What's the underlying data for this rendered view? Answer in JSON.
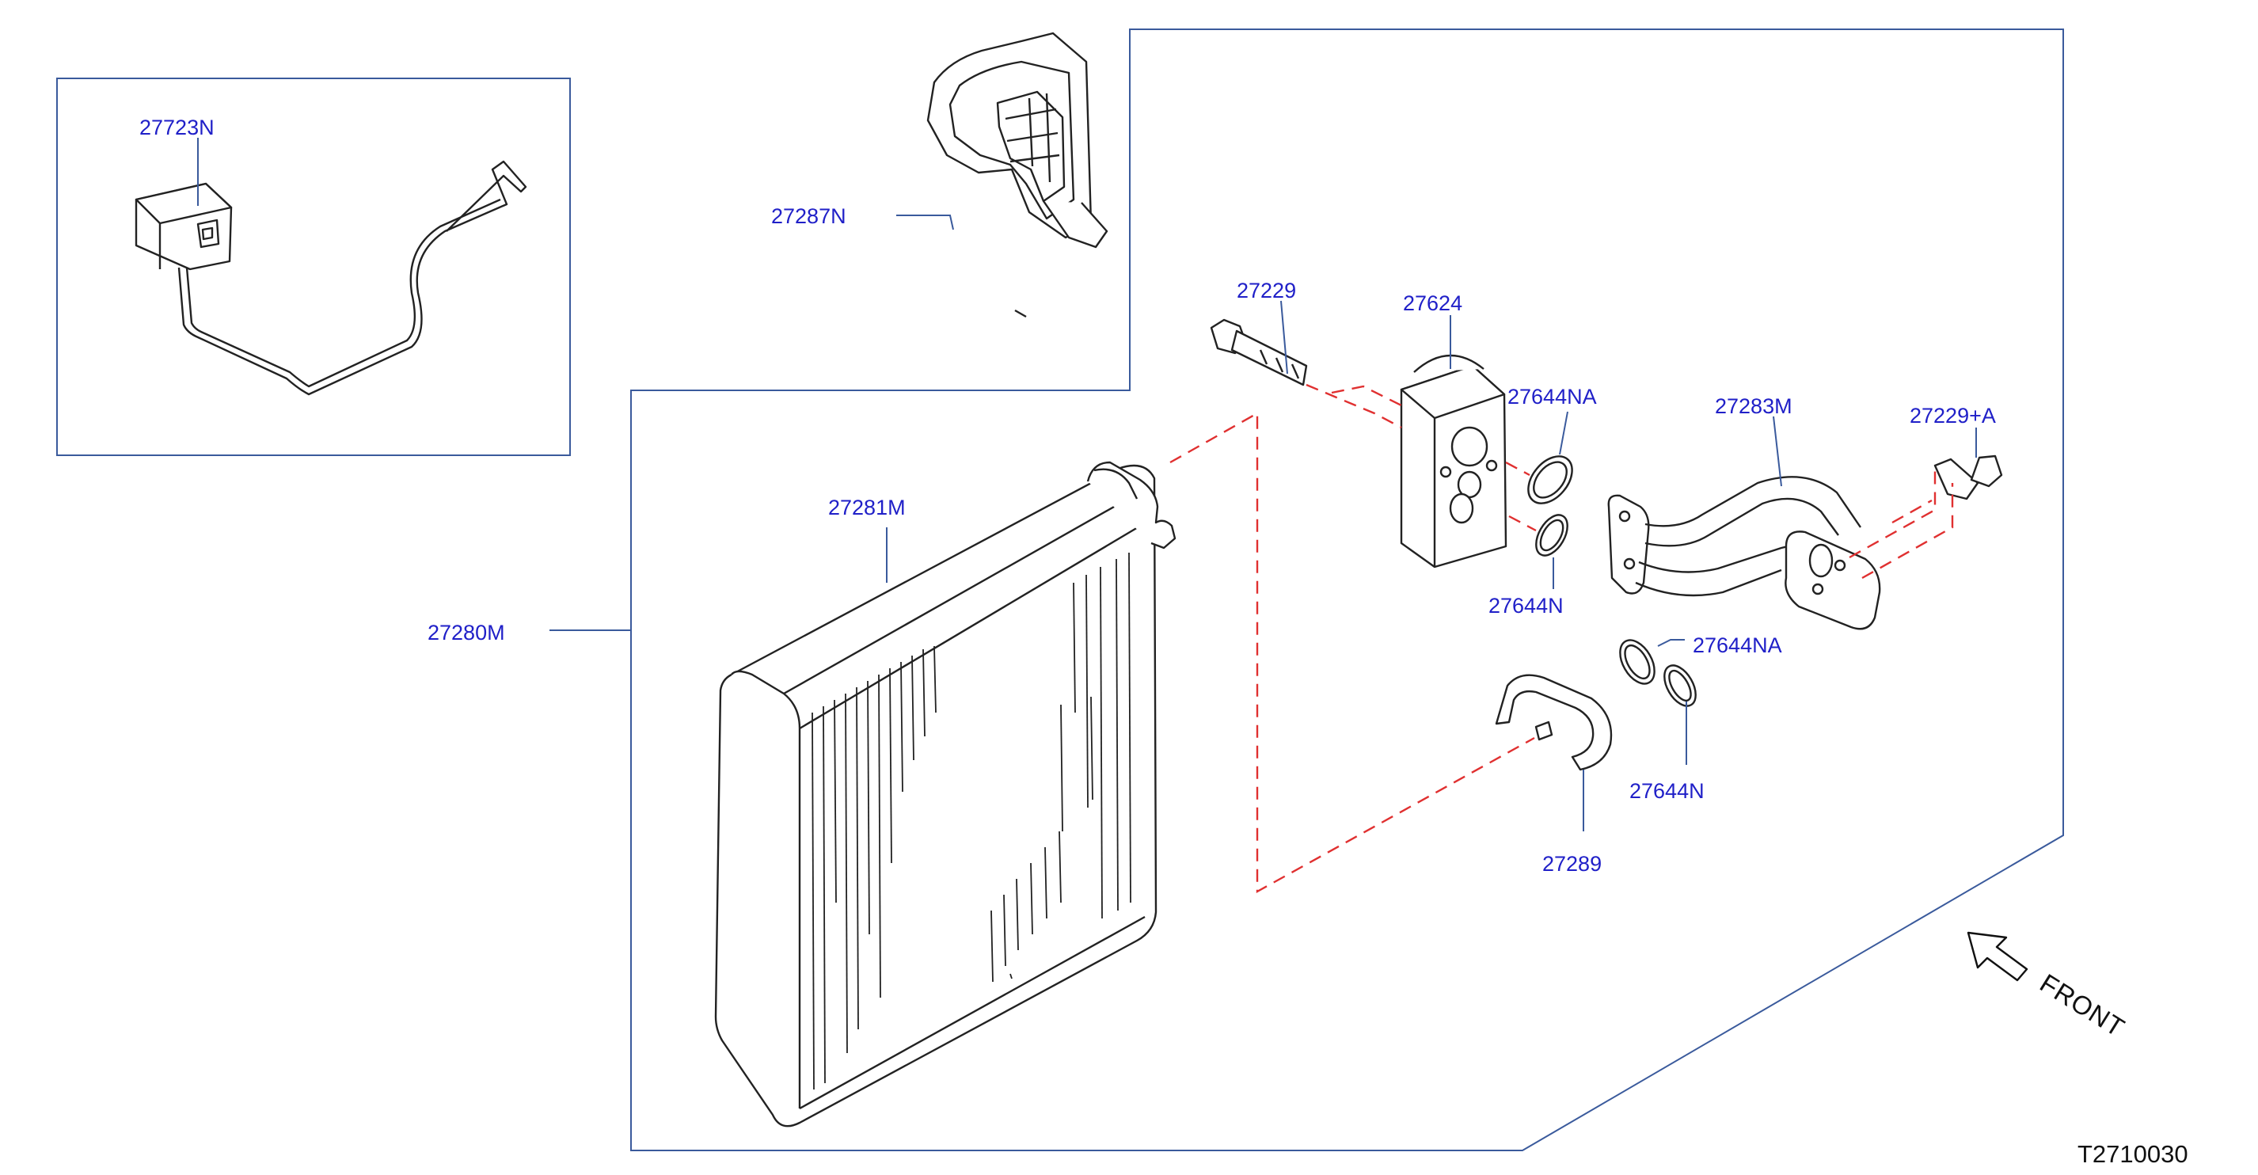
{
  "diagram_code": "T2710030",
  "front_label": "FRONT",
  "colors": {
    "part_label": "#2020c8",
    "box_line": "#3a5a9c",
    "leader_line": "#3a5a9c",
    "dashed_line": "#e03030",
    "part_outline": "#222222",
    "text_black": "#111111"
  },
  "parts": {
    "p27723N": "27723N",
    "p27287N": "27287N",
    "p27229": "27229",
    "p27624": "27624",
    "p27644NA_top": "27644NA",
    "p27283M": "27283M",
    "p27229A": "27229+A",
    "p27281M": "27281M",
    "p27280M": "27280M",
    "p27644N_top": "27644N",
    "p27644NA_bottom": "27644NA",
    "p27644N_bottom": "27644N",
    "p27289": "27289"
  }
}
